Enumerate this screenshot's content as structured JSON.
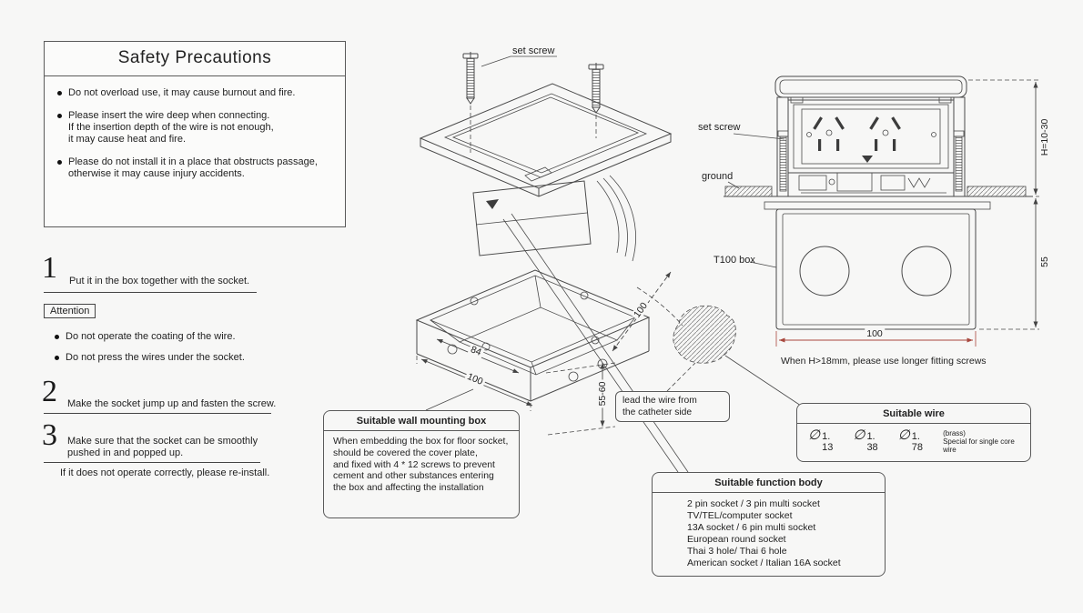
{
  "colors": {
    "background": "#f7f7f6",
    "line": "#4a4a4a",
    "dimension_red": "#a8473d"
  },
  "safety": {
    "title": "Safety Precautions",
    "bullets": [
      "Do not overload use,  it may cause burnout and fire.",
      "Please insert the wire deep when connecting.\nIf the insertion depth of the wire is not enough,\nit may cause heat and fire.",
      "Please do not install it in a place that obstructs passage,\notherwise it may cause injury accidents."
    ]
  },
  "steps": {
    "one": {
      "number": "1",
      "text": "Put it in the box together with the socket."
    },
    "attention": {
      "label": "Attention",
      "bullets": [
        "Do not operate the coating of the wire.",
        "Do not press the wires under the socket."
      ]
    },
    "two": {
      "number": "2",
      "text": "Make the socket jump up and fasten the screw."
    },
    "three": {
      "number": "3",
      "text": "Make sure that the socket can be smoothly\npushed in and popped up.",
      "note": "If it does not operate correctly, please re-install."
    }
  },
  "iso_view": {
    "set_screw_label": "set screw",
    "dim_84": "84",
    "dim_100_front": "100",
    "dim_100_side": "100",
    "dim_depth": "55-60",
    "lead_wire_label": "lead the wire from\nthe catheter side"
  },
  "mounting_box_info": {
    "title": "Suitable wall mounting box",
    "body": "When embedding the box for floor socket,\nshould be covered the cover plate,\nand fixed with 4 * 12 screws  to prevent\ncement and other substances entering\nthe box and affecting the installation"
  },
  "front_view": {
    "set_screw_label": "set screw",
    "ground_label": "ground",
    "box_label": "T100 box",
    "dim_height": "H=10-30",
    "dim_depth": "55",
    "dim_width": "100",
    "note": "When H>18mm, please use longer fitting screws"
  },
  "suitable_wire": {
    "title": "Suitable wire",
    "diameter_symbol": "∅",
    "sizes": [
      "1. 13",
      "1. 38",
      "1. 78"
    ],
    "material_note": "(brass)",
    "usage_note": "Special for single core wire"
  },
  "function_body": {
    "title": "Suitable function body",
    "items": [
      "2 pin socket  /  3 pin multi socket",
      "TV/TEL/computer socket",
      "13A socket / 6 pin multi socket",
      "European round socket",
      "Thai 3 hole/  Thai 6 hole",
      "American socket / Italian 16A socket"
    ]
  }
}
